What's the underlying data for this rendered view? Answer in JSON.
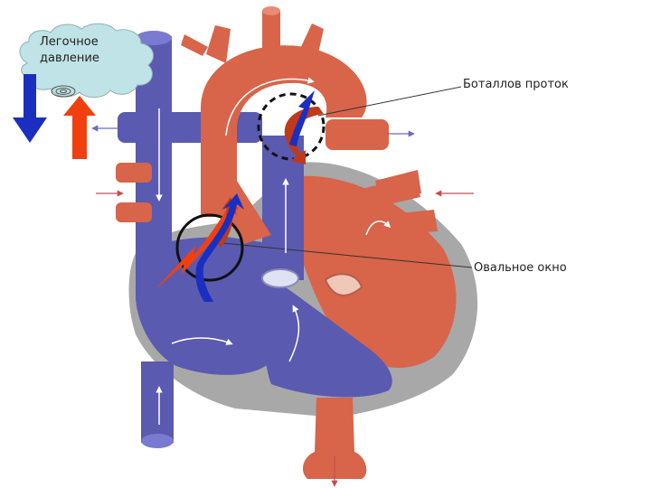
{
  "cloud": {
    "line1": "Легочное",
    "line2": "давление"
  },
  "labels": {
    "ductus": "Боталлов проток",
    "oval_window": "Овальное окно"
  },
  "colors": {
    "venous_blue": "#5a5ab0",
    "arterial_red": "#d8644a",
    "wall_gray": "#a8a8a8",
    "cloud_fill": "#bfe3e6",
    "arrow_blue": "#1a2fc0",
    "arrow_red": "#f04010",
    "flow_dark_red": "#c0391b"
  },
  "icons": {
    "down_arrow": "pressure-decrease-arrow-icon",
    "up_arrow": "pressure-increase-arrow-icon",
    "spiral": "lung-spiral-icon"
  }
}
